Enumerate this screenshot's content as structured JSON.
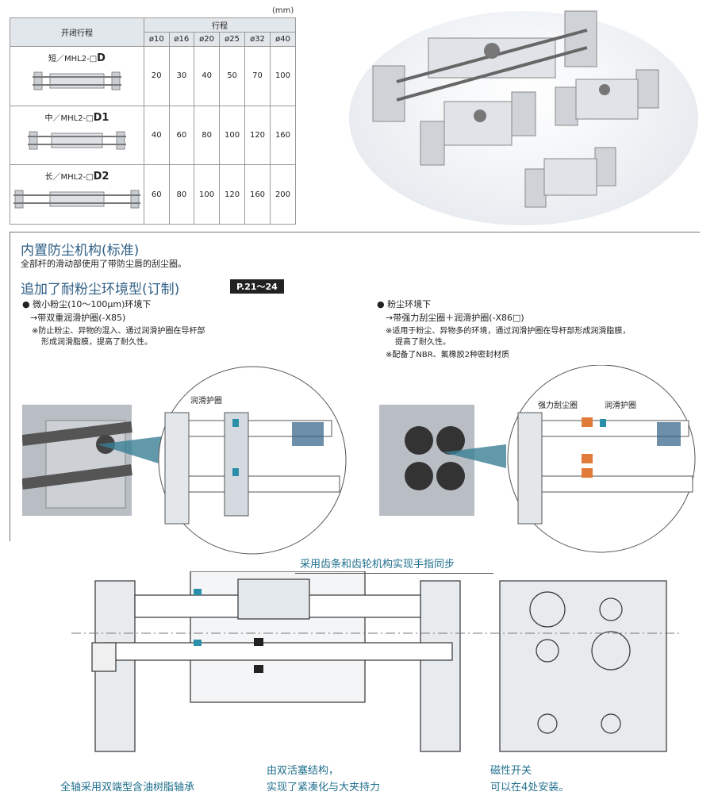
{
  "table": {
    "unit": "(mm)",
    "header_label": "开闭行程",
    "header_stroke": "行程",
    "bores": [
      "ø10",
      "ø16",
      "ø20",
      "ø25",
      "ø32",
      "ø40"
    ],
    "rows": [
      {
        "prefix": "短／MHL2-□",
        "suffix": "D",
        "values": [
          "20",
          "30",
          "40",
          "50",
          "70",
          "100"
        ]
      },
      {
        "prefix": "中／MHL2-□",
        "suffix": "D1",
        "values": [
          "40",
          "60",
          "80",
          "100",
          "120",
          "160"
        ]
      },
      {
        "prefix": "长／MHL2-□",
        "suffix": "D2",
        "values": [
          "60",
          "80",
          "100",
          "120",
          "160",
          "200"
        ]
      }
    ]
  },
  "section1": {
    "title": "内置防尘机构(标准)",
    "desc": "全部杆的滑动部使用了带防尘唇的刮尘圈。"
  },
  "section2": {
    "title": "追加了耐粉尘环境型(订制)",
    "badge": "P.21～24",
    "left": {
      "bullet": "微小粉尘(10～100μm)环境下",
      "arrow": "→带双重润滑护圈(-X85)",
      "note1": "※防止粉尘、异物的混入、通过润滑护圈在导杆部",
      "note2": "形成润滑脂膜，提高了耐久性。",
      "detail_label": "润滑护圈"
    },
    "right": {
      "bullet": "粉尘环境下",
      "arrow": "→带强力刮尘圈＋润滑护圈(-X86□)",
      "note1": "※适用于粉尘、异物多的环境，通过润滑护圈在导杆部形成润滑脂膜，",
      "note2": "提高了耐久性。",
      "note3": "※配备了NBR、氟橡胶2种密封材质",
      "detail_label1": "强力刮尘圈",
      "detail_label2": "润滑护圈"
    }
  },
  "callouts": {
    "rack": "采用齿条和齿轮机构实现手指同步",
    "bearing": "全轴采用双端型含油树脂轴承",
    "piston_line1": "由双活塞结构，",
    "piston_line2": "实现了紧凑化与大夹持力",
    "switch_line1": "磁性开关",
    "switch_line2": "可以在4处安装。"
  },
  "colors": {
    "accent": "#2e5f86",
    "callout": "#1f6f8d",
    "header_bg": "#e2e7ec",
    "seal": "#2a8fa8",
    "scraper": "#e07b39"
  }
}
